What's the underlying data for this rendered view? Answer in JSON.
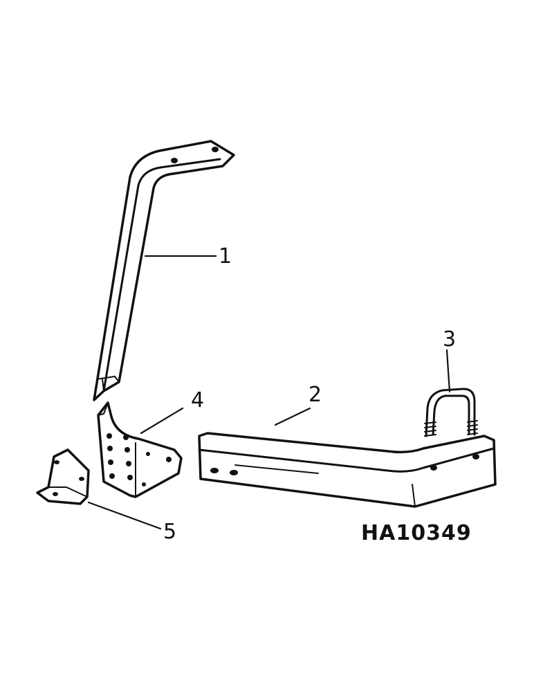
{
  "diagram": {
    "reference_code": "HA10349",
    "callouts": [
      {
        "id": "1",
        "label": "1"
      },
      {
        "id": "2",
        "label": "2"
      },
      {
        "id": "3",
        "label": "3"
      },
      {
        "id": "4",
        "label": "4"
      },
      {
        "id": "5",
        "label": "5"
      }
    ]
  }
}
